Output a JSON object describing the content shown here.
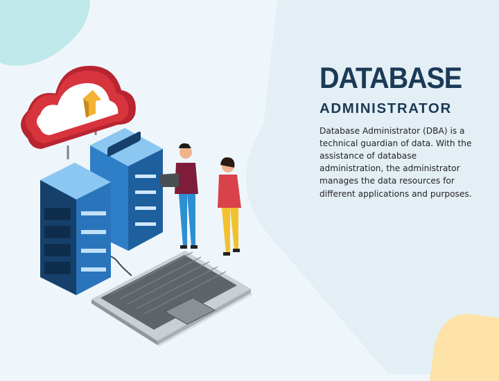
{
  "slide": {
    "title": "DATABASE",
    "subtitle": "ADMINISTRATOR",
    "description": "Database Administrator (DBA) is a technical guardian of data. With the assistance of database administration, the administrator manages the data resources for different applications and purposes."
  },
  "colors": {
    "background": "#eef6fb",
    "title": "#1b3a57",
    "server_blue": "#2f7fc8",
    "cloud_red": "#d7343e",
    "accent_teal": "#bfe8ea",
    "accent_yellow": "#fde3a7"
  },
  "icons": [
    "cloud-upload-icon",
    "server-rack-icon",
    "laptop-icon",
    "person-icon"
  ]
}
